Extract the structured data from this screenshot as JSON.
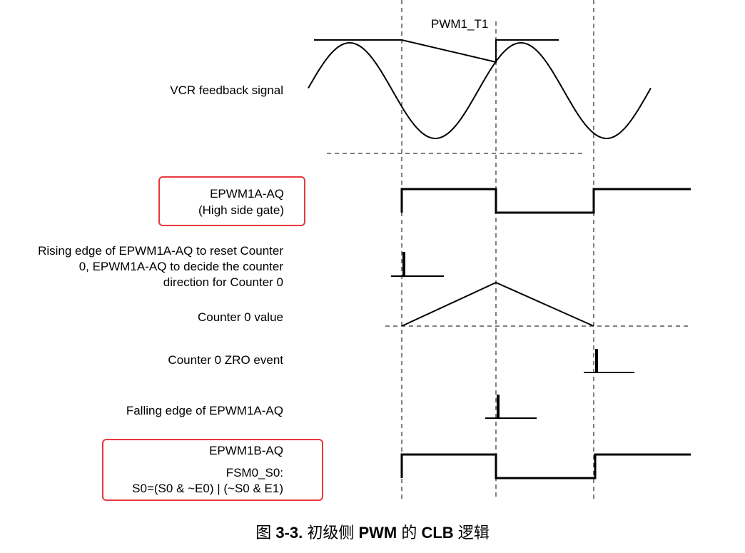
{
  "signals": {
    "pwm1_t1": "PWM1_T1",
    "vcr_feedback": "VCR feedback signal",
    "epwm1a_line1": "EPWM1A-AQ",
    "epwm1a_line2": "(High side gate)",
    "rising_line1": "Rising edge of EPWM1A-AQ to reset Counter",
    "rising_line2": "0, EPWM1A-AQ to decide the counter",
    "rising_line3": "direction for Counter 0",
    "counter0_value": "Counter 0 value",
    "counter0_zro": "Counter 0 ZRO event",
    "falling_edge": "Falling edge of EPWM1A-AQ",
    "epwm1b_line1": "EPWM1B-AQ",
    "epwm1b_line2": "FSM0_S0:",
    "epwm1b_line3": "S0=(S0 & ~E0) | (~S0 & E1)"
  },
  "caption": {
    "prefix": "图 ",
    "number": "3-3.",
    "part1": " 初级侧 ",
    "pwm": "PWM",
    "part2": " 的 ",
    "clb": "CLB",
    "part3": " 逻辑"
  },
  "colors": {
    "highlight_box": "#e8383d",
    "line": "#000000"
  }
}
